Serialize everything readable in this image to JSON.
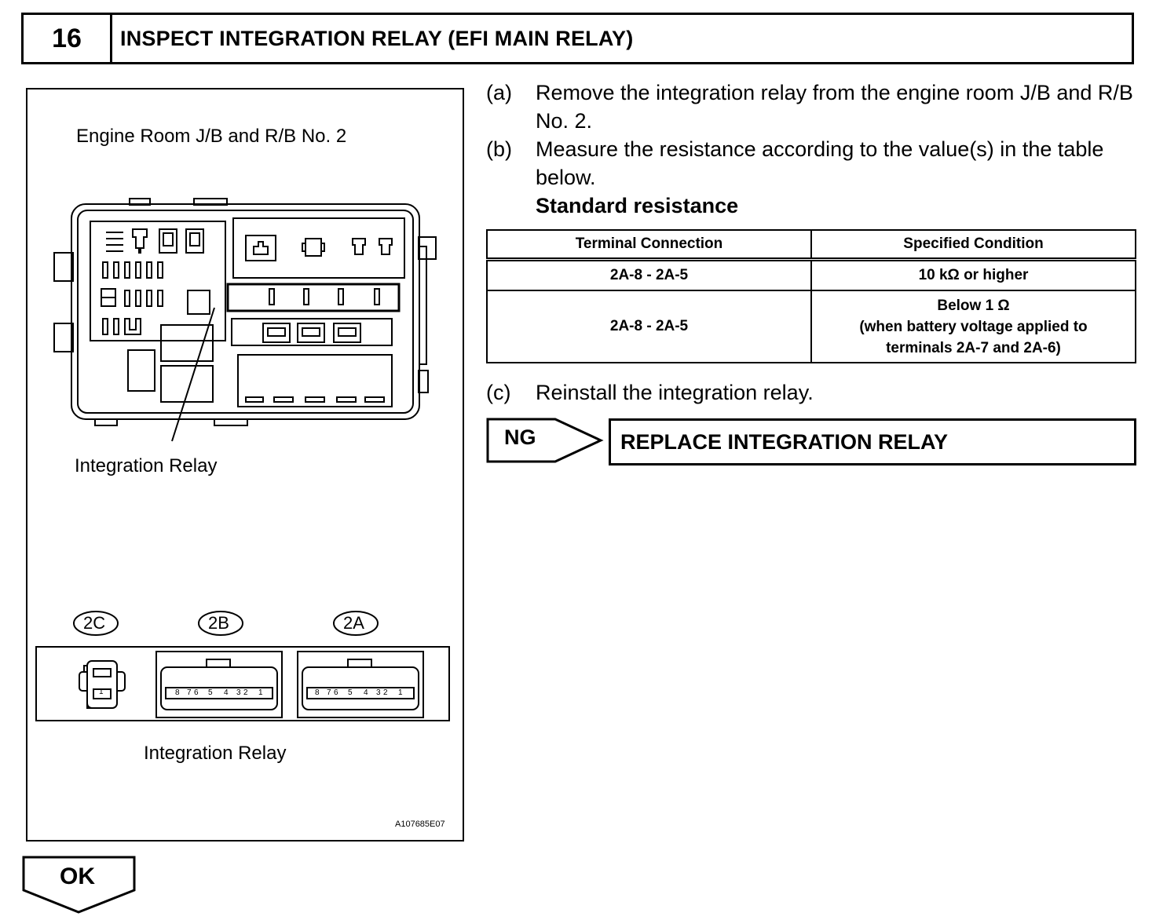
{
  "header": {
    "step_number": "16",
    "title": "INSPECT INTEGRATION RELAY (EFI MAIN RELAY)"
  },
  "figure": {
    "top_label": "Engine Room J/B and R/B No. 2",
    "callout_label": "Integration Relay",
    "connectors": [
      "2C",
      "2B",
      "2A"
    ],
    "bottom_label": "Integration Relay",
    "figure_code": "A107685E07",
    "pin_numbers_2c": [
      "1"
    ],
    "pin_numbers_2a_2b": [
      "8",
      "7",
      "6",
      "5",
      "4",
      "3",
      "2",
      "1"
    ]
  },
  "steps": {
    "a": {
      "mark": "(a)",
      "text": "Remove the integration relay from the engine room J/B and R/B No. 2."
    },
    "b": {
      "mark": "(b)",
      "text": "Measure the resistance according to the value(s) in the table below."
    },
    "standard": "Standard resistance",
    "c": {
      "mark": "(c)",
      "text": "Reinstall the integration relay."
    }
  },
  "table": {
    "headers": [
      "Terminal Connection",
      "Specified Condition"
    ],
    "rows": [
      {
        "terminal": "2A-8 - 2A-5",
        "condition": "10 kΩ or higher"
      },
      {
        "terminal": "2A-8 - 2A-5",
        "condition_line1": "Below 1 Ω",
        "condition_line2": "(when battery voltage applied to",
        "condition_line3": "terminals 2A-7 and 2A-6)"
      }
    ]
  },
  "ng": {
    "label": "NG",
    "action": "REPLACE INTEGRATION RELAY"
  },
  "ok": {
    "label": "OK"
  }
}
